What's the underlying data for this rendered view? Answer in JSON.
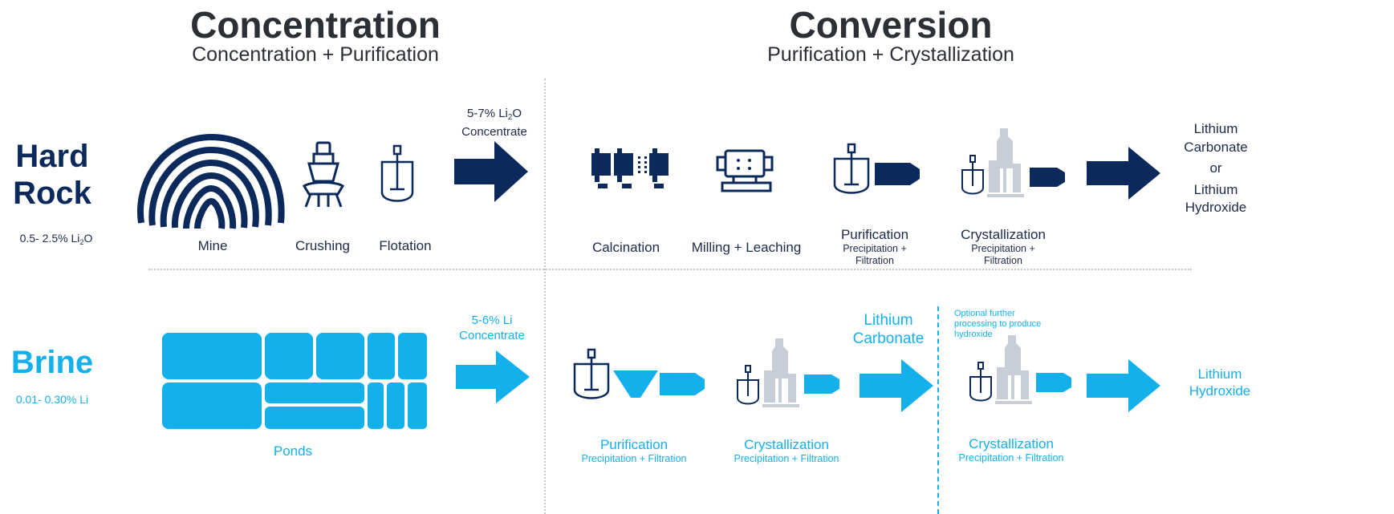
{
  "colors": {
    "navy": "#0b2a5b",
    "cyan": "#14b0ec",
    "grey": "#c7ced8"
  },
  "headings": {
    "concentration": {
      "title": "Concentration",
      "subtitle": "Concentration + Purification"
    },
    "conversion": {
      "title": "Conversion",
      "subtitle": "Purification + Crystallization"
    }
  },
  "hard_rock": {
    "title_line1": "Hard",
    "title_line2": "Rock",
    "grade_prefix": "0.5- 2.5% Li",
    "grade_sub": "2",
    "grade_suffix": "O",
    "concentrate_line1_prefix": "5-7% Li",
    "concentrate_line1_sub": "2",
    "concentrate_line1_suffix": "O",
    "concentrate_line2": "Concentrate",
    "steps": {
      "mine": "Mine",
      "crushing": "Crushing",
      "flotation": "Flotation",
      "calcination": "Calcination",
      "milling": "Milling + Leaching",
      "purification": "Purification",
      "purification_detail_1": "Precipitation +",
      "purification_detail_2": "Filtration",
      "crystallization": "Crystallization",
      "crystallization_detail_1": "Precipitation +",
      "crystallization_detail_2": "Filtration"
    },
    "product_1a": "Lithium",
    "product_1b": "Carbonate",
    "product_or": "or",
    "product_2a": "Lithium",
    "product_2b": "Hydroxide"
  },
  "brine": {
    "title": "Brine",
    "grade": "0.01- 0.30% Li",
    "concentrate_line1": "5-6% Li",
    "concentrate_line2": "Concentrate",
    "steps": {
      "ponds": "Ponds",
      "purification": "Purification",
      "purification_detail": "Precipitation + Filtration",
      "crystallization": "Crystallization",
      "crystallization_detail": "Precipitation + Filtration",
      "crystallization2": "Crystallization",
      "crystallization2_detail": "Precipitation + Filtration"
    },
    "intermediate_1": "Lithium",
    "intermediate_2": "Carbonate",
    "optional_1": "Optional further",
    "optional_2": "processing to produce",
    "optional_3": "hydroxide",
    "product_1": "Lithium",
    "product_2": "Hydroxide"
  }
}
